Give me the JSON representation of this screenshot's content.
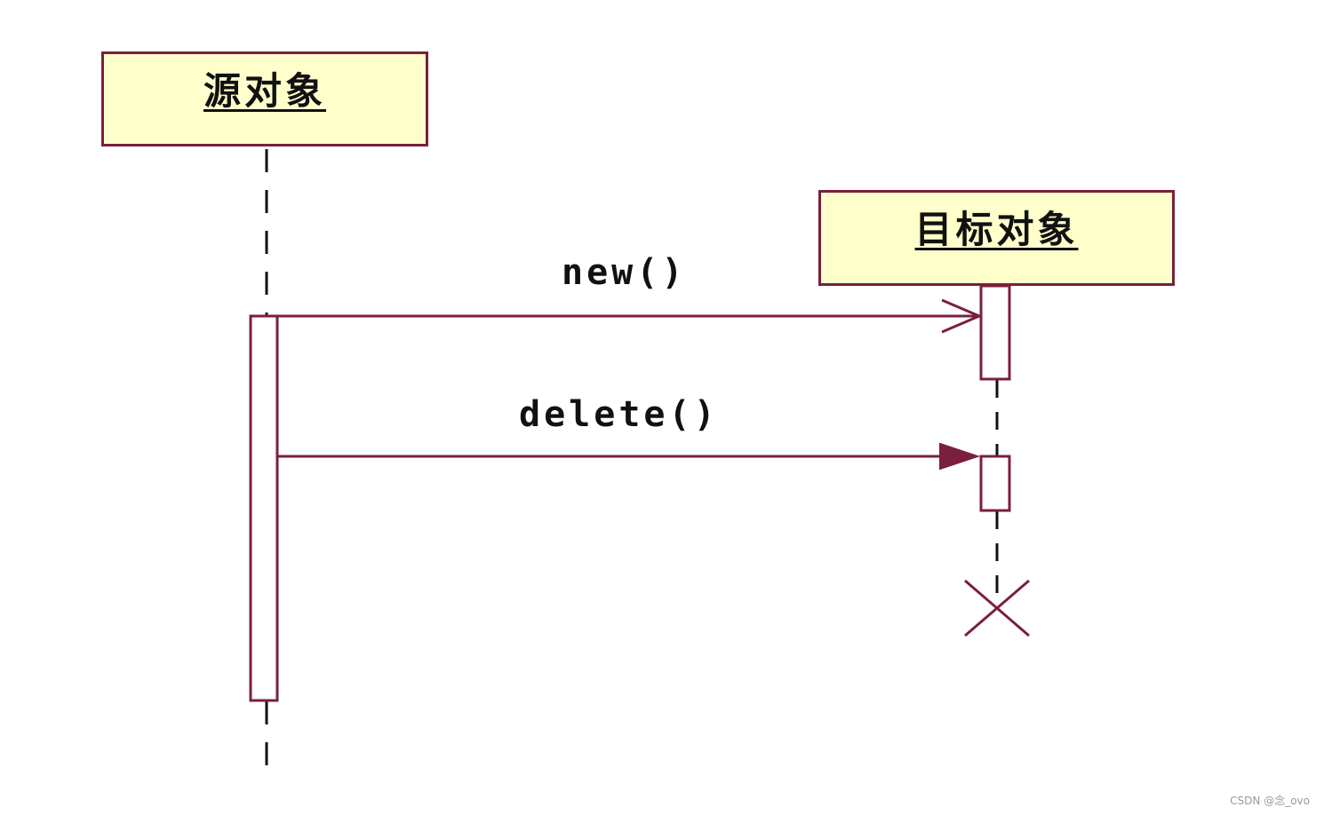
{
  "diagram": {
    "type": "sequence",
    "colors": {
      "line": "#7a1f3d",
      "object_fill": "#ffffcc",
      "text": "#111111",
      "activation_fill": "#ffffff"
    },
    "objects": [
      {
        "id": "source",
        "label": "源对象"
      },
      {
        "id": "target",
        "label": "目标对象"
      }
    ],
    "messages": [
      {
        "label": "new()",
        "from": "source",
        "to": "target",
        "arrow": "open"
      },
      {
        "label": "delete()",
        "from": "source",
        "to": "target",
        "arrow": "filled"
      }
    ],
    "destruction": {
      "object": "target",
      "icon": "destroy-x-icon"
    }
  },
  "watermark": "CSDN @念_ovo"
}
